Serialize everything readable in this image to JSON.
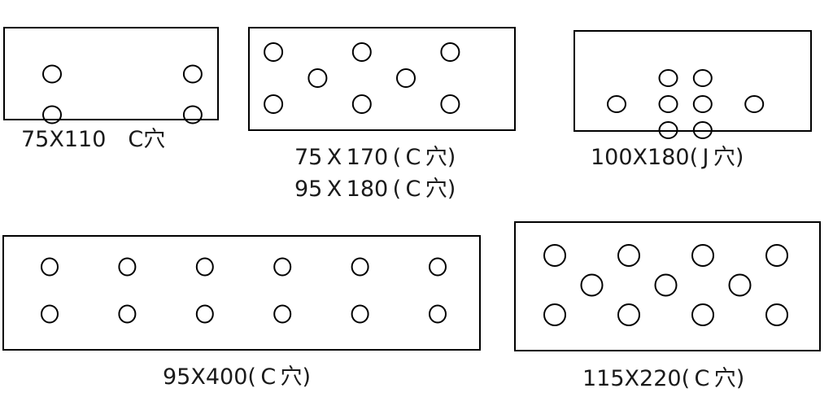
{
  "plates": [
    {
      "id": "plate-75x110",
      "labels": [
        "75X110　C穴"
      ],
      "holes": [
        [
          0.5,
          0.5
        ],
        [
          6.7,
          0.5
        ],
        [
          0.5,
          1.5
        ],
        [
          6.7,
          1.5
        ]
      ]
    },
    {
      "id": "plate-75x170-95x180",
      "labels": [
        "75 X 170 ( C 穴)",
        "95 X 180 ( C 穴)"
      ],
      "holes": [
        [
          0.5,
          0
        ],
        [
          1.5,
          1
        ],
        [
          2.5,
          0
        ],
        [
          3.5,
          1
        ],
        [
          4.5,
          0
        ],
        [
          0.5,
          2
        ],
        [
          2.5,
          2
        ],
        [
          4.5,
          2
        ]
      ]
    },
    {
      "id": "plate-100x180",
      "labels": [
        "100X180( J 穴)"
      ],
      "holes": [
        [
          0,
          1
        ],
        [
          1.5,
          0
        ],
        [
          2.5,
          0
        ],
        [
          1.5,
          1
        ],
        [
          2.5,
          1
        ],
        [
          1.5,
          2
        ],
        [
          2.5,
          2
        ],
        [
          4,
          1
        ]
      ]
    },
    {
      "id": "plate-95x400",
      "labels": [
        "95X400( C 穴)"
      ],
      "holes": [
        [
          0,
          0
        ],
        [
          1,
          0
        ],
        [
          2,
          0
        ],
        [
          3,
          0
        ],
        [
          4,
          0
        ],
        [
          5,
          0
        ],
        [
          0,
          1
        ],
        [
          1,
          1
        ],
        [
          2,
          1
        ],
        [
          3,
          1
        ],
        [
          4,
          1
        ],
        [
          5,
          1
        ]
      ]
    },
    {
      "id": "plate-115x220",
      "labels": [
        "115X220( C 穴)"
      ],
      "holes": [
        [
          0,
          0
        ],
        [
          1,
          1
        ],
        [
          2,
          0
        ],
        [
          3,
          1
        ],
        [
          4,
          0
        ],
        [
          5,
          1
        ],
        [
          6,
          0
        ],
        [
          0,
          2
        ],
        [
          2,
          2
        ],
        [
          4,
          2
        ],
        [
          6,
          2
        ]
      ]
    }
  ]
}
